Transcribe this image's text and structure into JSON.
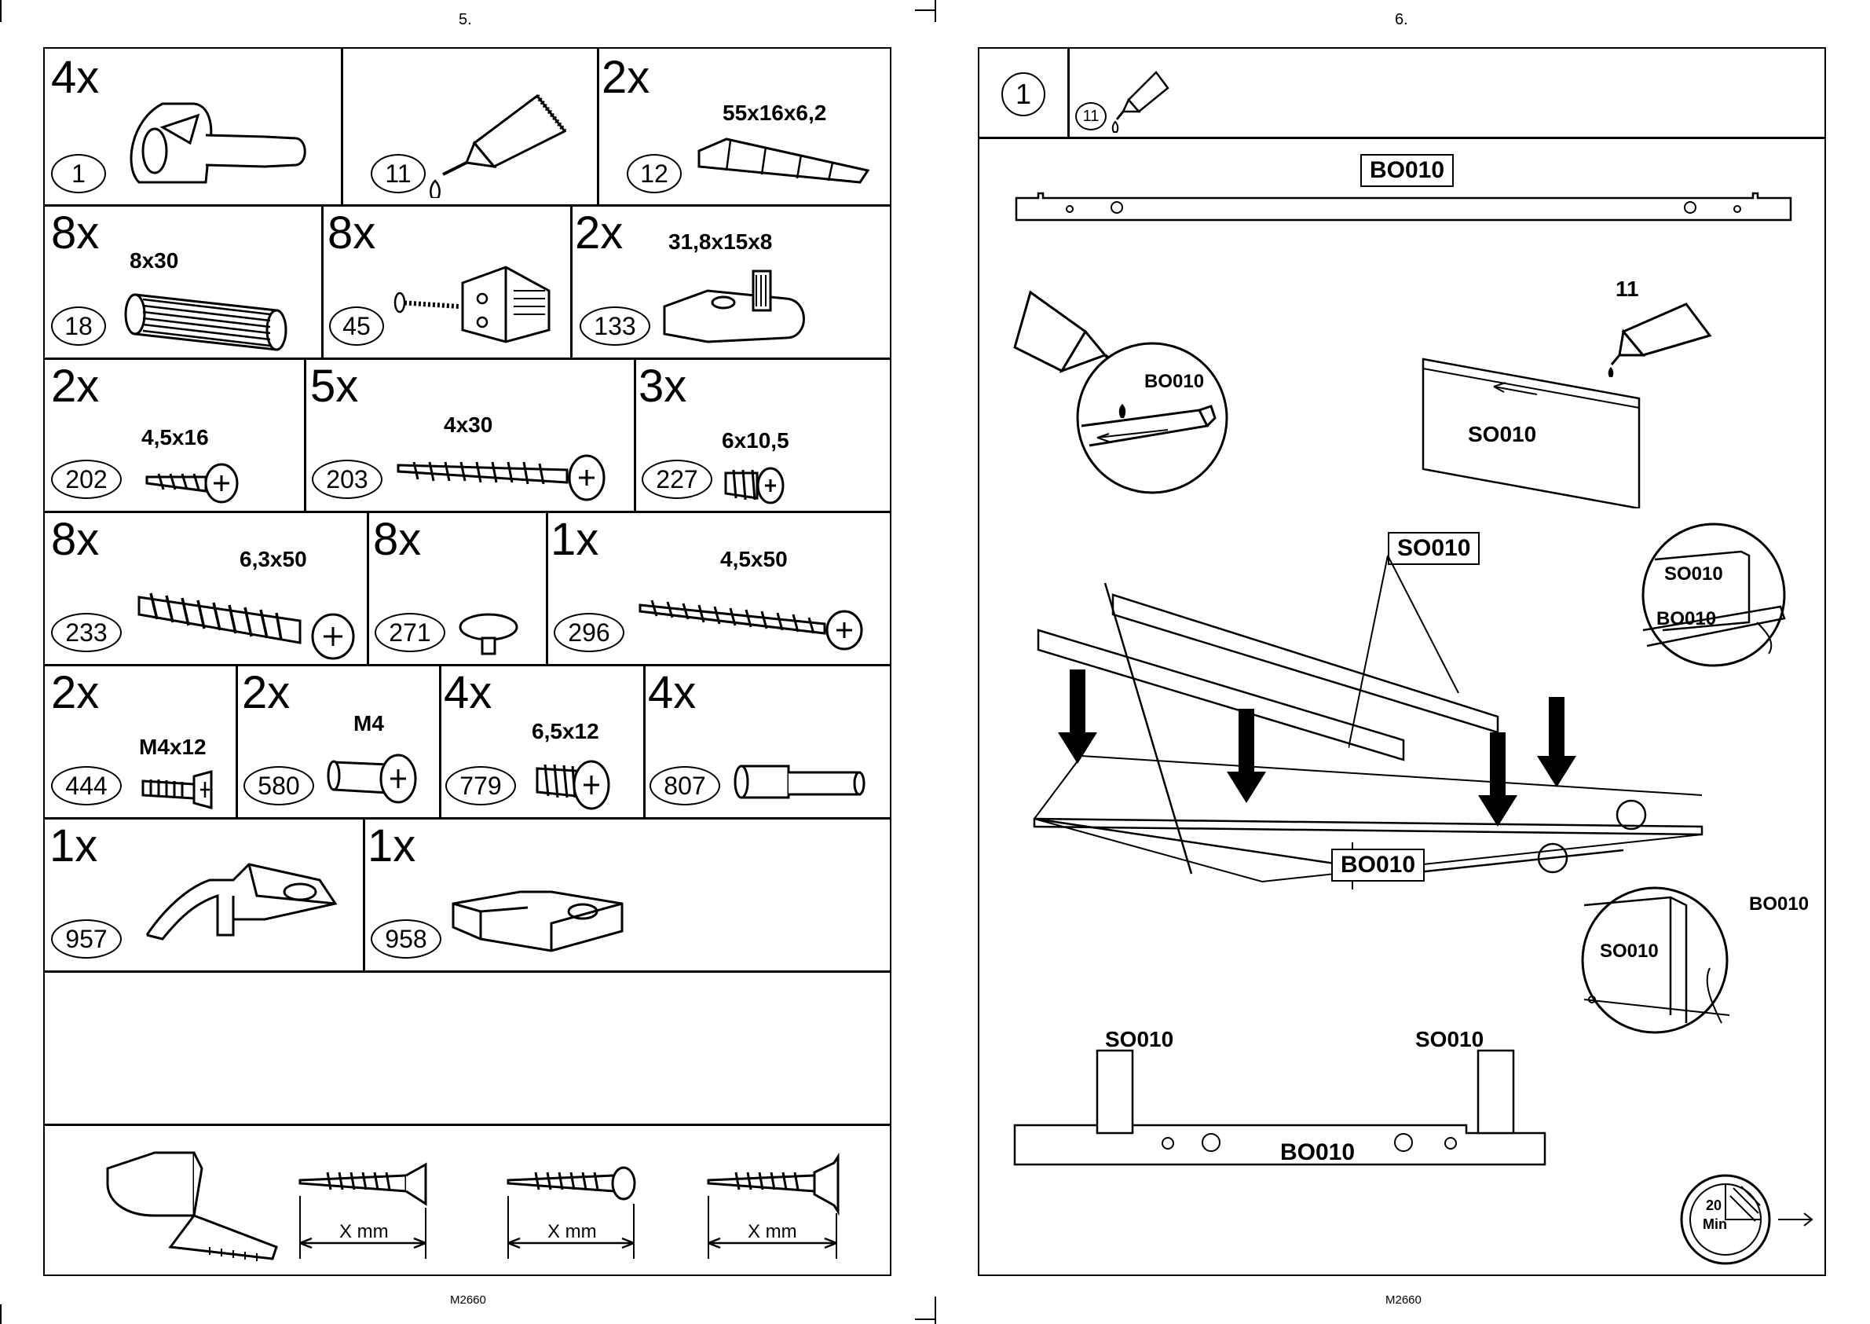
{
  "left_page": {
    "page_number": "5.",
    "footer_code": "M2660",
    "parts": [
      {
        "qty": "4x",
        "id": "1",
        "dim": ""
      },
      {
        "qty": "",
        "id": "11",
        "dim": ""
      },
      {
        "qty": "2x",
        "id": "12",
        "dim": "55x16x6,2"
      },
      {
        "qty": "8x",
        "id": "18",
        "dim": "8x30"
      },
      {
        "qty": "8x",
        "id": "45",
        "dim": ""
      },
      {
        "qty": "2x",
        "id": "133",
        "dim": "31,8x15x8"
      },
      {
        "qty": "2x",
        "id": "202",
        "dim": "4,5x16"
      },
      {
        "qty": "5x",
        "id": "203",
        "dim": "4x30"
      },
      {
        "qty": "3x",
        "id": "227",
        "dim": "6x10,5"
      },
      {
        "qty": "8x",
        "id": "233",
        "dim": "6,3x50"
      },
      {
        "qty": "8x",
        "id": "271",
        "dim": ""
      },
      {
        "qty": "1x",
        "id": "296",
        "dim": "4,5x50"
      },
      {
        "qty": "2x",
        "id": "444",
        "dim": "M4x12"
      },
      {
        "qty": "2x",
        "id": "580",
        "dim": "M4"
      },
      {
        "qty": "4x",
        "id": "779",
        "dim": "6,5x12"
      },
      {
        "qty": "4x",
        "id": "807",
        "dim": ""
      },
      {
        "qty": "1x",
        "id": "957",
        "dim": ""
      },
      {
        "qty": "1x",
        "id": "958",
        "dim": ""
      }
    ],
    "measure_labels": [
      "X mm",
      "X mm",
      "X mm"
    ]
  },
  "right_page": {
    "page_number": "6.",
    "footer_code": "M2660",
    "step_number": "1",
    "glue_part_id": "11",
    "labels": {
      "top_panel": "BO010",
      "glue_number": "11",
      "zoom_bo010": "BO010",
      "side_panel": "SO010",
      "sides_boxed": "SO010",
      "zoom_right_so010": "SO010",
      "zoom_right_bo010": "BO010",
      "bottom_boxed": "BO010",
      "zoom_lower_so010": "SO010",
      "zoom_lower_bo010": "BO010",
      "bottom_left_so010": "SO010",
      "bottom_right_so010": "SO010",
      "bottom_bo010": "BO010"
    },
    "timer": {
      "value": "20",
      "unit": "Min"
    }
  }
}
